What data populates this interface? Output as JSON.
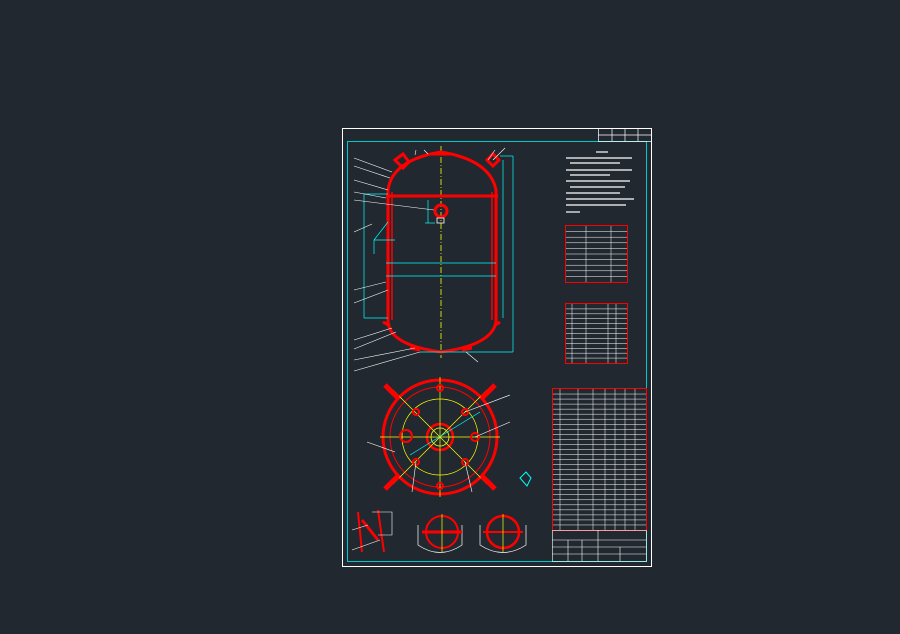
{
  "viewer": {
    "background": "#212830"
  },
  "colors": {
    "frame": "#ffffff",
    "border": "#00c8c8",
    "vessel": "#ff0000",
    "centerline": "#ffff00",
    "dimension": "#00ffff",
    "leader": "#ffffff"
  },
  "drawing": {
    "views": [
      "vessel-elevation",
      "vessel-plan",
      "detail-support",
      "detail-nozzle-a",
      "detail-nozzle-b"
    ],
    "tables": [
      "technical-characteristics",
      "nozzle-table",
      "parts-list",
      "title-block"
    ]
  }
}
